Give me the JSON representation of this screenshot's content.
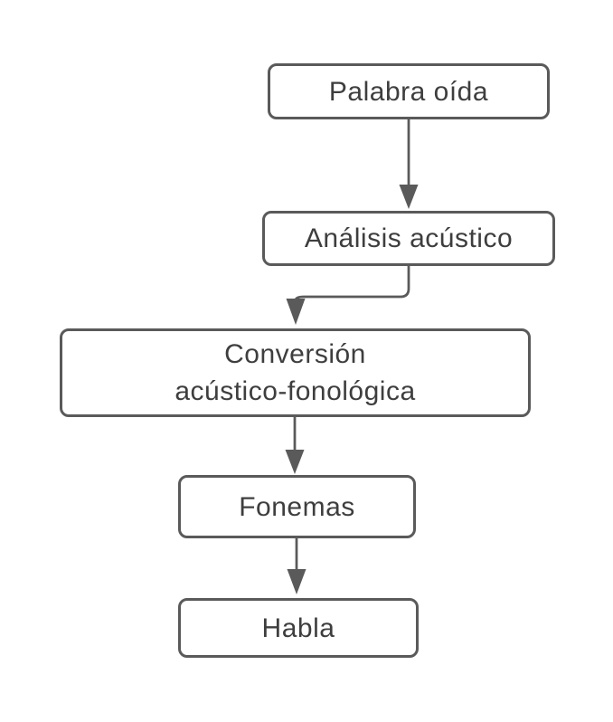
{
  "diagram": {
    "colors": {
      "background": "#ffffff",
      "stroke": "#5a5a5a",
      "node_fill": "#ffffff",
      "text": "#3e3e3e"
    },
    "nodes": [
      {
        "id": "palabra-oida",
        "label": "Palabra oída"
      },
      {
        "id": "analisis-acustico",
        "label": "Análisis acústico"
      },
      {
        "id": "conversion-acustico-fonologica",
        "label": "Conversión acústico-fonológica",
        "lines": [
          "Conversión",
          "acústico-fonológica"
        ]
      },
      {
        "id": "fonemas",
        "label": "Fonemas"
      },
      {
        "id": "habla",
        "label": "Habla"
      }
    ],
    "edges": [
      {
        "from": "palabra-oida",
        "to": "analisis-acustico",
        "style": "straight-arrow"
      },
      {
        "from": "analisis-acustico",
        "to": "conversion-acustico-fonologica",
        "style": "elbow-arrow"
      },
      {
        "from": "conversion-acustico-fonologica",
        "to": "fonemas",
        "style": "straight-arrow"
      },
      {
        "from": "fonemas",
        "to": "habla",
        "style": "straight-arrow"
      }
    ]
  }
}
